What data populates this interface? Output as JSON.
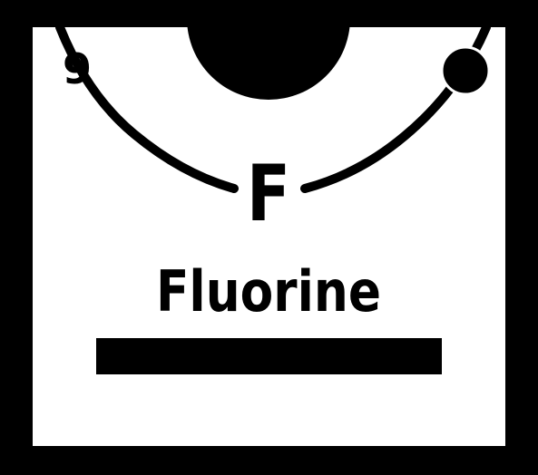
{
  "element": {
    "atomic_number": "9",
    "symbol": "F",
    "name": "Fluorine"
  },
  "colors": {
    "frame": "#000000",
    "background": "#ffffff",
    "ink": "#000000"
  }
}
